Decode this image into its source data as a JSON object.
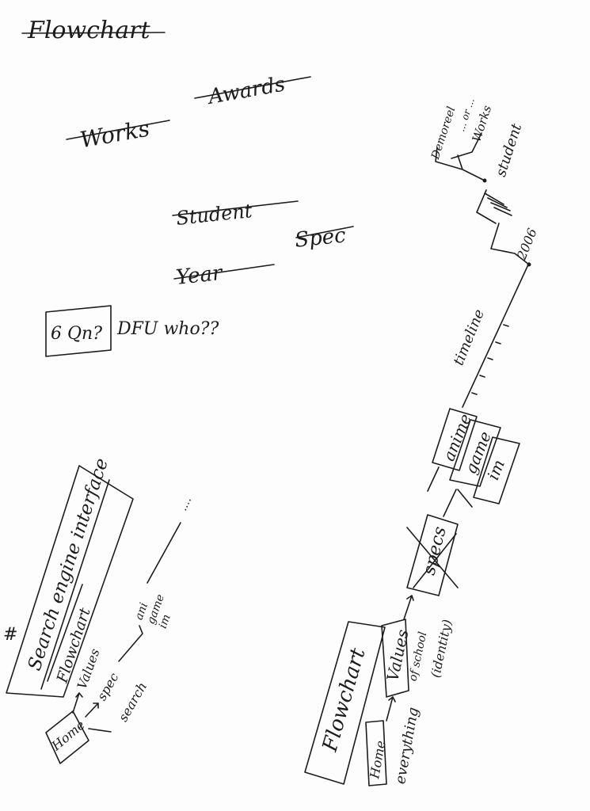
{
  "page": {
    "heading": "Flowchart",
    "struck_words": [
      "Works",
      "Awards",
      "Student",
      "Year",
      "Spec"
    ],
    "note_box": "6 Qn?",
    "note": "DFU who??"
  },
  "left_sketch": {
    "hash": "#",
    "title": "Search engine interface",
    "subtitle": "Flowchart",
    "home": "Home",
    "branches": [
      "Values",
      "spec",
      "search"
    ],
    "sub_items": [
      "ani",
      "game",
      "im"
    ],
    "ellipsis": "...."
  },
  "right_sketch": {
    "title": "Flowchart",
    "home": "Home",
    "home_note": "everything",
    "values": "Values",
    "values_note": "of school",
    "identity": "(identity)",
    "specs": "specs",
    "branches": [
      "anime",
      "game",
      "im"
    ],
    "timeline": "timeline",
    "year": "2006",
    "student": "student",
    "demoreel": "Demoreel",
    "or": "... or ...",
    "works": "Works"
  }
}
